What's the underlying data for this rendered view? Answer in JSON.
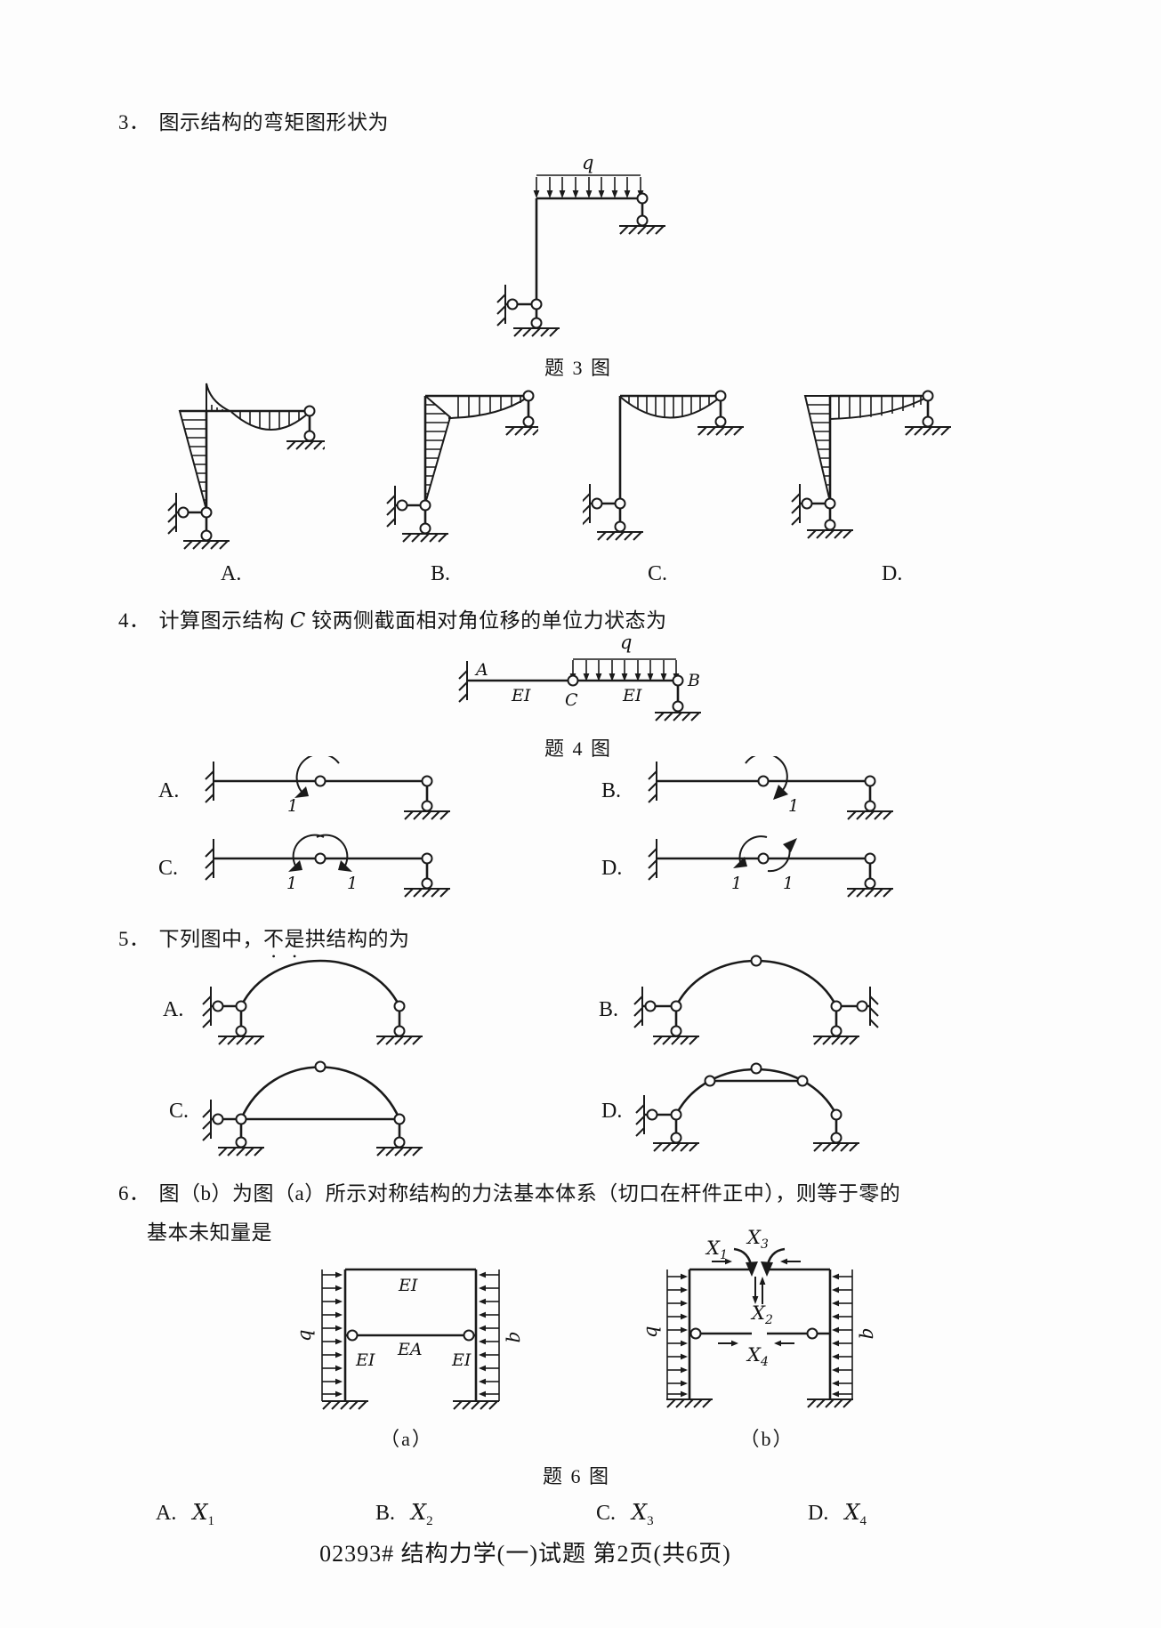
{
  "page": {
    "footer": "02393# 结构力学(一)试题 第2页(共6页)"
  },
  "q3": {
    "number": "3．",
    "text": "图示结构的弯矩图形状为",
    "caption": "题 3 图",
    "load_label": "q",
    "option_labels": [
      "A.",
      "B.",
      "C.",
      "D."
    ]
  },
  "q4": {
    "number": "4．",
    "text_before": "计算图示结构 ",
    "text_var": "C",
    "text_after": " 铰两侧截面相对角位移的单位力状态为",
    "caption": "题 4 图",
    "fig": {
      "label_A": "A",
      "label_B": "B",
      "label_C": "C",
      "load_label": "q",
      "EI_left": "EI",
      "EI_right": "EI"
    },
    "unit": "1",
    "option_labels": [
      "A.",
      "B.",
      "C.",
      "D."
    ]
  },
  "q5": {
    "number": "5．",
    "text_before": "下列图中，",
    "text_emph": "不是",
    "text_after": "拱结构的为",
    "option_labels": [
      "A.",
      "B.",
      "C.",
      "D."
    ]
  },
  "q6": {
    "number": "6．",
    "text_line1": "图（b）为图（a）所示对称结构的力法基本体系（切口在杆件正中），则等于零的",
    "text_line2": "基本未知量是",
    "caption": "题 6 图",
    "fig_a": {
      "caption": "（a）",
      "EI_top": "EI",
      "EA": "EA",
      "EI_left": "EI",
      "EI_right": "EI",
      "q_left": "q",
      "q_right": "q"
    },
    "fig_b": {
      "caption": "（b）",
      "X": "X",
      "sub1": "1",
      "sub2": "2",
      "sub3": "3",
      "sub4": "4",
      "q_left": "q",
      "q_right": "q"
    },
    "options": [
      {
        "label": "A.",
        "var": "X",
        "sub": "1"
      },
      {
        "label": "B.",
        "var": "X",
        "sub": "2"
      },
      {
        "label": "C.",
        "var": "X",
        "sub": "3"
      },
      {
        "label": "D.",
        "var": "X",
        "sub": "4"
      }
    ]
  }
}
